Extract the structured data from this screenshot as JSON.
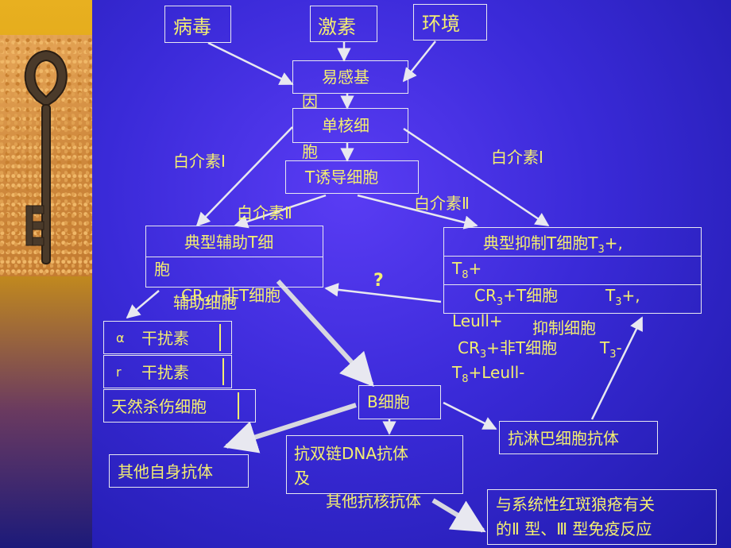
{
  "top": {
    "virus": "病毒",
    "hormone": "激素",
    "environment": "环境"
  },
  "gene": {
    "line1": "易感基",
    "line2": "因"
  },
  "mono": {
    "line1": "单核细",
    "line2": "胞"
  },
  "tcell": "T诱导细胞",
  "il1_left": "白介素Ⅰ",
  "il1_right": "白介素Ⅰ",
  "il2_left": "白介素Ⅱ",
  "il2_right": "白介素Ⅱ",
  "helper": {
    "line1": "典型辅助T细",
    "line2": "胞",
    "line3_a": "CR",
    "line3_sub": "3",
    "line3_b": "+非T细胞",
    "line4": "辅助细胞"
  },
  "suppressor": {
    "line1_a": "典型抑制T细胞T",
    "line1_sub": "3",
    "line1_b": "+,",
    "line2_a": "T",
    "line2_sub": "8",
    "line2_b": "+",
    "line3_a": "CR",
    "line3_sub": "3",
    "line3_b": "+T细胞",
    "line3_c": "T",
    "line3_sub2": "3",
    "line3_d": "+,",
    "line4": "Leull+",
    "line4b": "抑制细胞",
    "line5_a": "CR",
    "line5_sub": "3",
    "line5_b": "+非T细胞",
    "line5_c": "T",
    "line5_sub2": "3",
    "line5_d": "-",
    "line6_a": "T",
    "line6_sub": "8",
    "line6_b": "+Leull-"
  },
  "question": "?",
  "ifn_alpha": {
    "sym": "α",
    "label": "干扰素"
  },
  "ifn_gamma": {
    "sym": "r",
    "label": "干扰素"
  },
  "nk": "天然杀伤细胞",
  "bcell": "B细胞",
  "other_auto": "其他自身抗体",
  "dsdna": {
    "line1": "抗双链DNA抗体",
    "line2": "及",
    "line3": "其他抗核抗体"
  },
  "antilymph": "抗淋巴细胞抗体",
  "sle": {
    "line1": "与系统性红斑狼疮有关",
    "line2": "的Ⅱ 型、Ⅲ 型免疫反应"
  }
}
